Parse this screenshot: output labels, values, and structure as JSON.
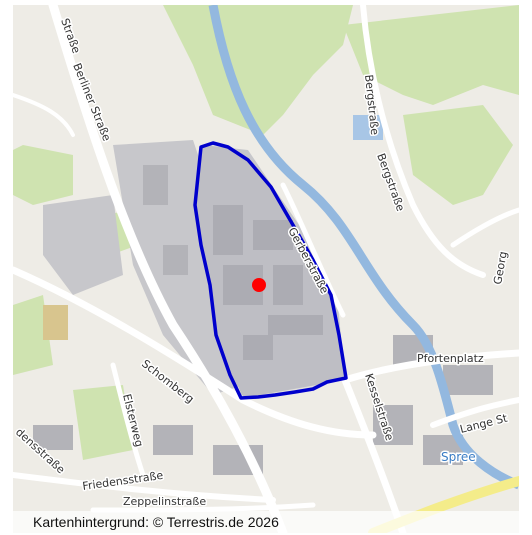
{
  "map": {
    "attribution": "Kartenhintergrund: © Terrestris.de 2026",
    "colors": {
      "land": "#eeece6",
      "green": "#cfe3b0",
      "industrial": "#c4c4c8",
      "water": "#93b8df",
      "road": "#ffffff",
      "highlight_road": "#f4ec8a",
      "outline": "#0000cc",
      "marker": "#ff0000"
    },
    "labels": {
      "strasse_top": "Straße",
      "berliner_strasse": "Berliner Straße",
      "bergstrasse_1": "Bergstraße",
      "bergstrasse_2": "Bergstraße",
      "georg": "Georg",
      "gerberstrasse": "Gerberstraße",
      "pfortenplatz": "Pfortenplatz",
      "kesselstrasse": "Kesselstraße",
      "schomberg": "Schomberg",
      "elsterweg": "Elsterweg",
      "friedensstrasse_1": "Friedensstraße",
      "friedensstrasse_2": "densstraße",
      "zeppelinstrasse": "Zeppelinstraße",
      "lange_strasse": "Lange St",
      "spree": "Spree"
    }
  }
}
